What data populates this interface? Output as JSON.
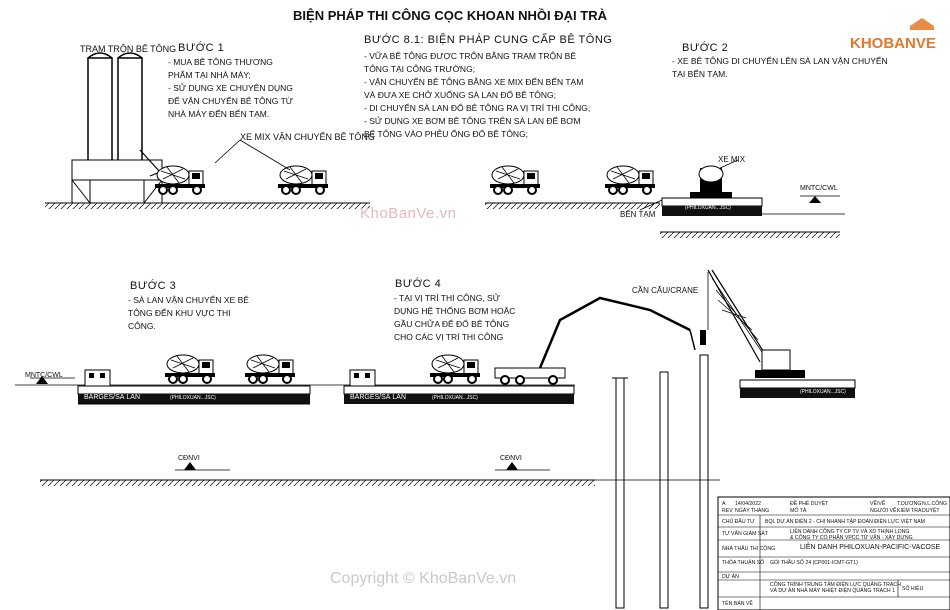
{
  "title": "BIỆN PHÁP THI CÔNG CỌC KHOAN NHỒI ĐẠI TRÀ",
  "logo": {
    "text": "KHOBANVE",
    "color": "#e07a2a"
  },
  "watermark": "KhoBanVe.vn",
  "copyright": "Copyright © KhoBanVe.vn",
  "step1": {
    "heading": "BƯỚC 1",
    "lines": [
      "- MUA BÊ TÔNG THƯƠNG",
      "PHẨM TẠI NHÀ MÁY;",
      "- SỬ DỤNG XE CHUYÊN DỤNG",
      "ĐỂ VẬN CHUYỂN BÊ TÔNG TỪ",
      "NHÀ MÁY ĐẾN BẾN TẠM."
    ],
    "plant_label": "TRẠM TRỘN BÊ TÔNG",
    "truck_label": "XE MIX VẬN CHUYỂN BÊ TÔNG"
  },
  "step81": {
    "heading": "BƯỚC 8.1: BIỆN PHÁP CUNG CẤP BÊ TÔNG",
    "lines": [
      "- VỮA BÊ TÔNG ĐƯỢC TRỘN BẰNG TRẠM TRỘN BÊ",
      "TÔNG TẠI CÔNG TRƯỜNG;",
      "- VẬN CHUYỂN BÊ TÔNG BẰNG XE MIX ĐẾN BẾN TẠM",
      "VÀ ĐƯA XE CHỞ XUỐNG SÀ LAN ĐỔ BÊ TÔNG;",
      "- DI CHUYỂN SÀ LAN ĐỔ BÊ TÔNG RA VỊ TRÍ THI CÔNG;",
      "- SỬ DỤNG XE BƠM BÊ TÔNG TRÊN SÀ LAN ĐỂ BƠM",
      "BÊ TÔNG VÀO PHỄU ỐNG ĐỔ BÊ TÔNG;"
    ]
  },
  "step2": {
    "heading": "BƯỚC 2",
    "lines": [
      "- XE BÊ TÔNG DI CHUYỂN LÊN SÀ LAN VẬN CHUYỂN",
      "TẠI BẾN TẠM."
    ],
    "xemix": "XE MIX",
    "bentam": "BẾN TẠM",
    "mntc": "MNTC/CWL",
    "barge_text": "(PHILOXUAN...JSC)"
  },
  "step3": {
    "heading": "BƯỚC 3",
    "lines": [
      "- SÀ LAN VẬN CHUYỂN XE BÊ",
      "TÔNG ĐẾN KHU VỰC THI",
      "CÔNG."
    ],
    "mntc": "MNTC/CWL",
    "barge": "BARGES/SÀ LAN",
    "barge_text": "(PHILOXUAN...JSC)",
    "cdnv": "CĐNVI"
  },
  "step4": {
    "heading": "BƯỚC 4",
    "lines": [
      "- TẠI VỊ TRÍ THI CÔNG, SỬ",
      "DỤNG HỆ THỐNG BƠM HOẶC",
      "GẦU CHỮA ĐỂ ĐỔ BÊ TÔNG",
      "CHO CÁC VỊ TRÍ THI CÔNG"
    ],
    "crane": "CẦN CẨU/CRANE",
    "barge": "BARGES/SÀ LAN",
    "barge_text": "(PHILOXUAN...JSC)",
    "cdnv": "CĐNVI"
  },
  "titleblock": {
    "row1": [
      "A",
      "14/04/2022",
      "ĐỀ PHÊ DUYỆT",
      "VẼ/VẼ",
      "T.DƯƠNG",
      "N.L.CÔNG"
    ],
    "row2": [
      "REV",
      "NGÀY THÁNG",
      "MÔ TẢ",
      "NGƯỜI VẼ",
      "KIỂM TRA",
      "DUYỆT"
    ],
    "owner_label": "CHỦ ĐẦU TƯ",
    "owner": "BQL DỰ ÁN ĐIỆN 2 - CHI NHÁNH TẬP ĐOÀN ĐIỆN LỰC VIỆT NAM",
    "consult_label": "TƯ VẤN GIÁM SÁT",
    "consult_1": "LIÊN DANH CÔNG TY CP TV VÀ XD THỊNH LONG",
    "consult_2": "& CÔNG TY CỔ PHẦN VPCC TƯ VẤN - XÂY DỰNG",
    "contractor_label": "NHÀ THẦU THI CÔNG",
    "contractor": "LIÊN DANH PHILOXUAN-PACIFIC-VACOSE",
    "package_label": "THỎA THUẬN SỐ",
    "package": "GÓI THẦU SỐ 24 (CP001-ICMT-GT1)",
    "project_label": "DỰ ÁN",
    "project_1": "CÔNG TRÌNH TRUNG TÂM ĐIỆN LỰC QUẢNG TRẠCH",
    "project_2": "VÀ DỰ ÁN NHÀ MÁY NHIỆT ĐIỆN QUẢNG TRẠCH 1",
    "sheet_label": "TÊN BẢN VẼ",
    "sheet_no": "SỐ HIỆU"
  }
}
